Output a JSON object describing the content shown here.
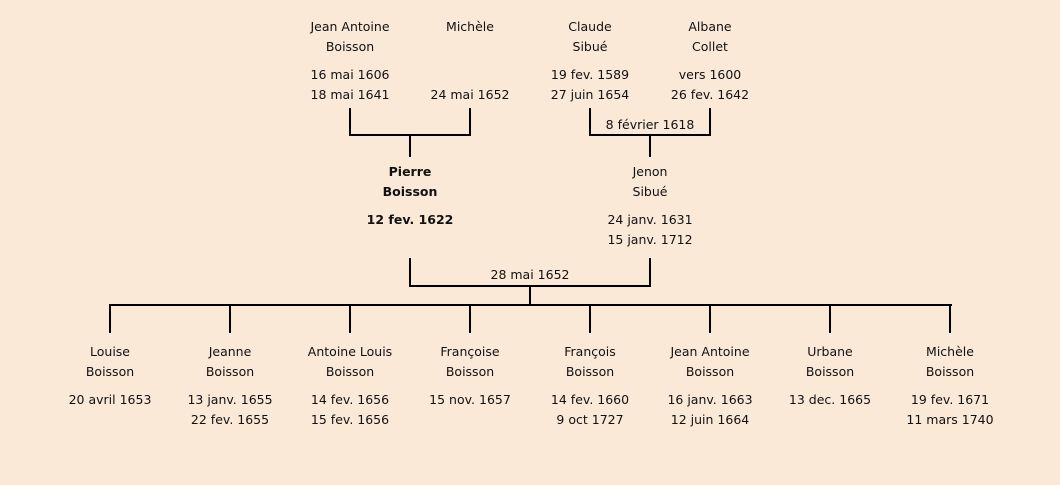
{
  "grandparents": [
    {
      "id": "jean-antoine-boisson-sr",
      "name": [
        "Jean Antoine",
        "Boisson"
      ],
      "dates": [
        "16 mai 1606",
        "18 mai 1641"
      ]
    },
    {
      "id": "michele",
      "name": [
        "Michèle"
      ],
      "dates": [
        "",
        "24 mai 1652"
      ]
    },
    {
      "id": "claude-sibue",
      "name": [
        "Claude",
        "Sibué"
      ],
      "dates": [
        "19 fev. 1589",
        "27 juin 1654"
      ]
    },
    {
      "id": "albane-collet",
      "name": [
        "Albane",
        "Collet"
      ],
      "dates": [
        "vers 1600",
        "26 fev. 1642"
      ]
    }
  ],
  "grandparent_marriages": {
    "right": "8 février 1618"
  },
  "parents": [
    {
      "id": "pierre-boisson",
      "name": [
        "Pierre",
        "Boisson"
      ],
      "dates": [
        "12 fev. 1622"
      ],
      "highlight": true
    },
    {
      "id": "jenon-sibue",
      "name": [
        "Jenon",
        "Sibué"
      ],
      "dates": [
        "24 janv. 1631",
        "15 janv. 1712"
      ]
    }
  ],
  "parent_marriage": "28 mai 1652",
  "children": [
    {
      "id": "louise",
      "name": [
        "Louise",
        "Boisson"
      ],
      "dates": [
        "20 avril 1653"
      ]
    },
    {
      "id": "jeanne",
      "name": [
        "Jeanne",
        "Boisson"
      ],
      "dates": [
        "13 janv. 1655",
        "22 fev. 1655"
      ]
    },
    {
      "id": "antoine-louis",
      "name": [
        "Antoine Louis",
        "Boisson"
      ],
      "dates": [
        "14 fev. 1656",
        "15 fev. 1656"
      ]
    },
    {
      "id": "francoise",
      "name": [
        "Françoise",
        "Boisson"
      ],
      "dates": [
        "15 nov. 1657"
      ]
    },
    {
      "id": "francois",
      "name": [
        "François",
        "Boisson"
      ],
      "dates": [
        "14 fev. 1660",
        "9 oct  1727"
      ]
    },
    {
      "id": "jean-antoine",
      "name": [
        "Jean Antoine",
        "Boisson"
      ],
      "dates": [
        "16 janv. 1663",
        "12 juin 1664"
      ]
    },
    {
      "id": "urbane",
      "name": [
        "Urbane",
        "Boisson"
      ],
      "dates": [
        "13 dec. 1665"
      ]
    },
    {
      "id": "michele-jr",
      "name": [
        "Michèle",
        "Boisson"
      ],
      "dates": [
        "19 fev. 1671",
        "11 mars 1740"
      ]
    }
  ]
}
